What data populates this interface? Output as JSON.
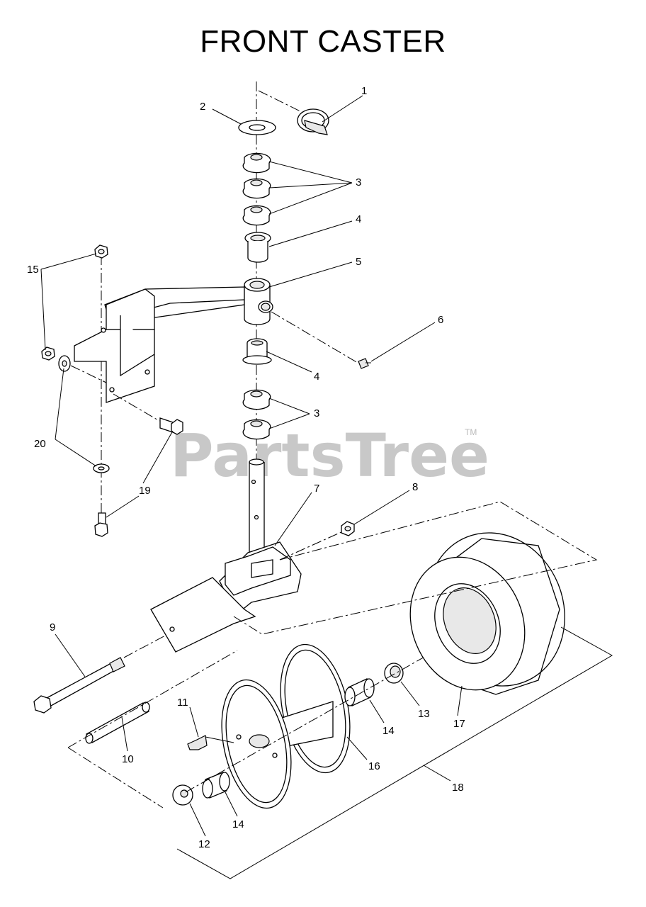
{
  "title": "FRONT CASTER",
  "watermark": {
    "text": "PartsTree",
    "tm": "TM"
  },
  "labels": {
    "p1": "1",
    "p2": "2",
    "p3a": "3",
    "p3b": "3",
    "p4a": "4",
    "p4b": "4",
    "p5": "5",
    "p6": "6",
    "p7": "7",
    "p8": "8",
    "p9": "9",
    "p10": "10",
    "p11": "11",
    "p12": "12",
    "p13": "13",
    "p14a": "14",
    "p14b": "14",
    "p15": "15",
    "p16": "16",
    "p17": "17",
    "p18": "18",
    "p19": "19",
    "p20": "20"
  }
}
